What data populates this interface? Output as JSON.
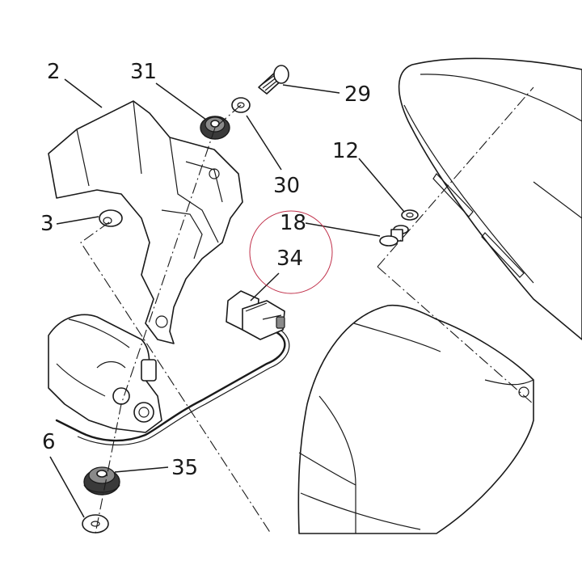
{
  "diagram": {
    "callouts": {
      "p2": "2",
      "p31": "31",
      "p29": "29",
      "p30": "30",
      "p12": "12",
      "p18": "18",
      "p34": "34",
      "p3": "3",
      "p35": "35",
      "p6": "6"
    },
    "highlight_color": "#c0304a",
    "line_color": "#1a1a1a"
  }
}
